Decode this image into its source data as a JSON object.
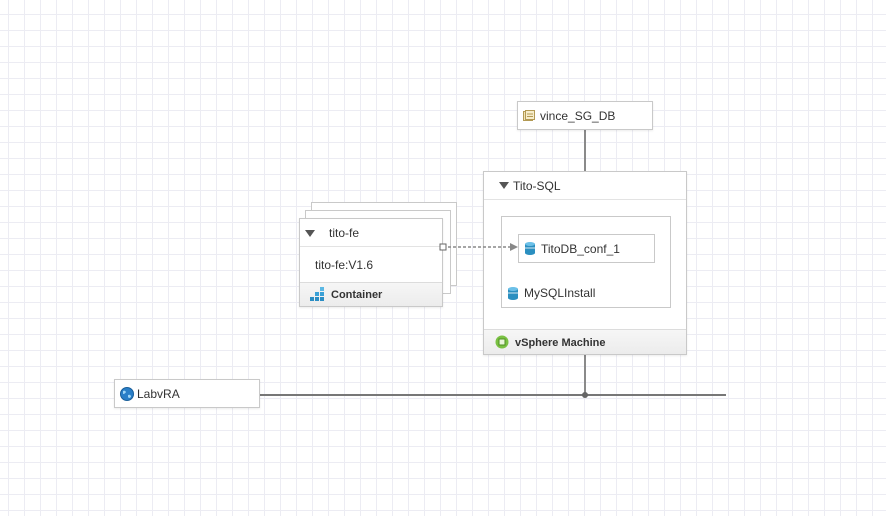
{
  "security_group": {
    "label": "vince_SG_DB",
    "icon": "security-group-icon"
  },
  "machine": {
    "name": "Tito-SQL",
    "inner_component": "TitoDB_conf_1",
    "software": "MySQLInstall",
    "type_label": "vSphere Machine",
    "type_icon": "vsphere-icon"
  },
  "container": {
    "name": "tito-fe",
    "image": "tito-fe:V1.6",
    "type_label": "Container",
    "type_icon": "container-icon"
  },
  "network": {
    "label": "LabvRA",
    "icon": "network-globe-icon"
  },
  "colors": {
    "line": "#8a8a8a",
    "border": "#c9c9c9",
    "db_icon": "#2b8fc0",
    "vsphere": "#7ac143",
    "globe": "#2a7fc8"
  }
}
